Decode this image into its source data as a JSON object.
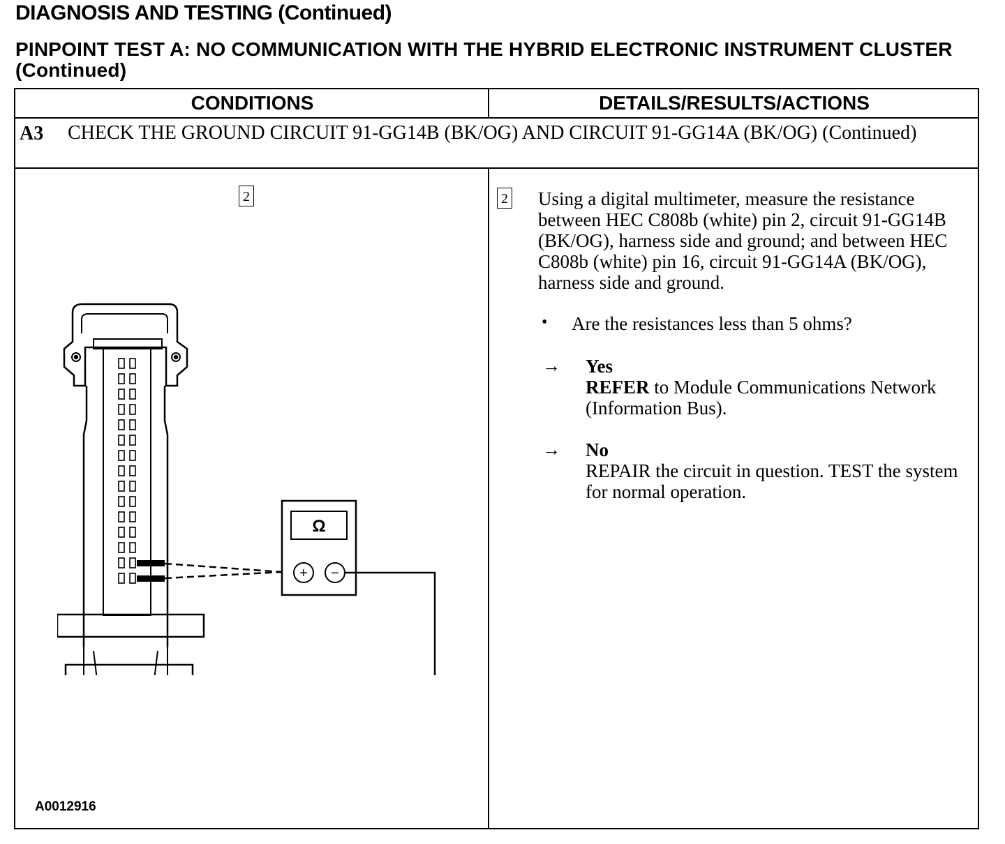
{
  "header": {
    "title": "DIAGNOSIS AND TESTING (Continued)",
    "subtitle": "PINPOINT TEST A: NO COMMUNICATION WITH THE HYBRID ELECTRONIC INSTRUMENT CLUSTER (Continued)"
  },
  "table": {
    "col_conditions": "CONDITIONS",
    "col_details": "DETAILS/RESULTS/ACTIONS",
    "step_id": "A3",
    "step_title": "CHECK THE GROUND CIRCUIT 91-GG14B (BK/OG) AND CIRCUIT 91-GG14A (BK/OG) (Continued)",
    "diagram_step_number": "2",
    "detail_step_number": "2",
    "instruction": "Using a digital multimeter, measure the resistance between HEC C808b (white) pin 2, circuit 91-GG14B (BK/OG), harness side and ground; and between HEC C808b (white) pin 16, circuit 91-GG14A (BK/OG), harness side and ground.",
    "bullet": "•",
    "question": "Are the resistances less than 5 ohms?",
    "arrow_symbol": "→",
    "yes": {
      "label": "Yes",
      "action_keyword": "REFER",
      "action_text": " to Module Communications Network (Information Bus)."
    },
    "no": {
      "label": "No",
      "action_text": "REPAIR the circuit in question. TEST the system for normal operation."
    },
    "figure_id": "A0012916",
    "meter_symbol": "Ω",
    "meter_plus": "+",
    "meter_minus": "−"
  }
}
